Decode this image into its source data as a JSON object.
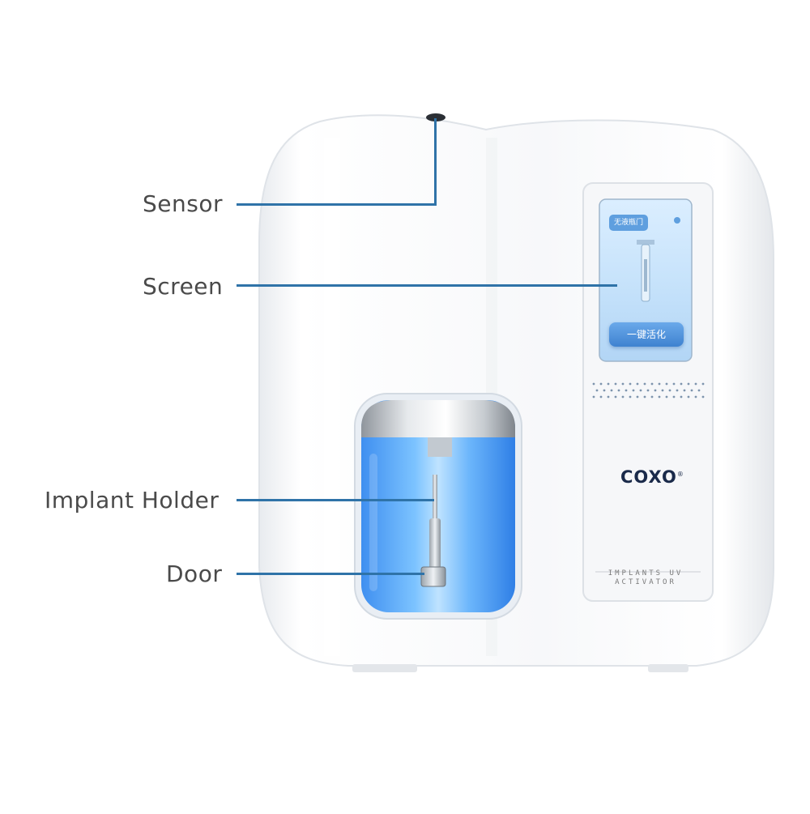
{
  "callouts": {
    "sensor": "Sensor",
    "screen": "Screen",
    "implant_holder": "Implant Holder",
    "door": "Door"
  },
  "device": {
    "screen_tag": "无液瓶门",
    "screen_button": "一键活化",
    "brand": "COXO",
    "brand_mark": "®",
    "model_line1": "IMPLANTS UV",
    "model_line2": "ACTIVATOR"
  },
  "colors": {
    "callout_line": "#2f73a8",
    "label_text": "#4a4a4a",
    "uv_glow": "#4aa3f5"
  }
}
